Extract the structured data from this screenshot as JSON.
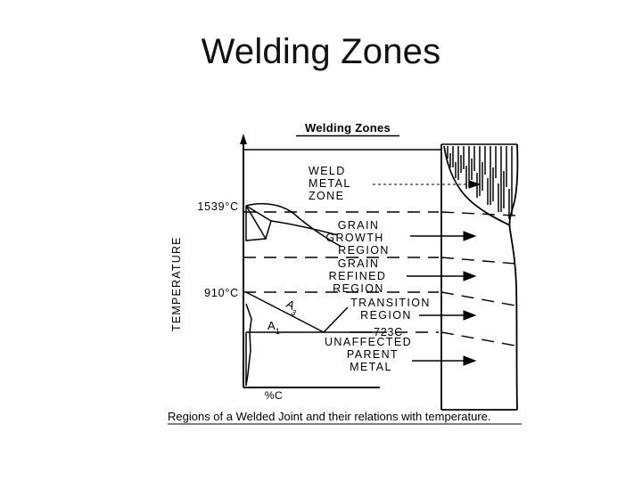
{
  "slide": {
    "title": "Welding Zones"
  },
  "figure": {
    "heading": "Welding Zones",
    "caption": "Regions of a Welded Joint and their relations with temperature.",
    "axes": {
      "y_label": "TEMPERATURE",
      "x_label": "%C"
    },
    "temperature_marks": [
      {
        "id": "liquidus",
        "label": "1539°C"
      },
      {
        "id": "a3-upper",
        "label": "910°C"
      },
      {
        "id": "eutectoid",
        "label": "723C"
      }
    ],
    "phase_lines": [
      {
        "id": "a3",
        "label": "A3",
        "label_main": "A",
        "label_sub": "3"
      },
      {
        "id": "a1",
        "label": "A1",
        "label_main": "A",
        "label_sub": "1"
      }
    ],
    "zones": [
      {
        "id": "weld-metal-zone",
        "lines": [
          "WELD",
          "METAL",
          "ZONE"
        ]
      },
      {
        "id": "grain-growth-region",
        "lines": [
          "GRAIN",
          "GROWTH",
          "REGION"
        ]
      },
      {
        "id": "grain-refined-region",
        "lines": [
          "GRAIN",
          "REFINED",
          "REGION"
        ]
      },
      {
        "id": "transition-region",
        "lines": [
          "TRANSITION",
          "REGION"
        ]
      },
      {
        "id": "unaffected-parent-metal",
        "lines": [
          "UNAFFECTED",
          "PARENT",
          "METAL"
        ]
      }
    ]
  },
  "colors": {
    "ink": "#000000",
    "paper": "#ffffff",
    "title_ink": "#111111"
  },
  "chart_data": {
    "type": "line",
    "title": "Welding Zones",
    "subtitle": "Regions of a Welded Joint and their relations with temperature.",
    "xlabel": "%C",
    "ylabel": "TEMPERATURE",
    "grid": false,
    "legend": "none",
    "annotations": [
      {
        "text": "1539°C",
        "kind": "y-axis-mark",
        "value": 1539,
        "unit": "°C"
      },
      {
        "text": "910°C",
        "kind": "y-axis-mark",
        "value": 910,
        "unit": "°C"
      },
      {
        "text": "723C",
        "kind": "y-axis-mark",
        "value": 723,
        "unit": "°C"
      },
      {
        "text": "A3",
        "kind": "phase-boundary-line"
      },
      {
        "text": "A1",
        "kind": "phase-boundary-line"
      }
    ],
    "zone_bands": [
      {
        "name": "WELD METAL ZONE",
        "upper_c": null,
        "lower_c": 1539
      },
      {
        "name": "GRAIN GROWTH REGION",
        "upper_c": 1539,
        "lower_c": 1100
      },
      {
        "name": "GRAIN REFINED REGION",
        "upper_c": 1100,
        "lower_c": 910
      },
      {
        "name": "TRANSITION REGION",
        "upper_c": 910,
        "lower_c": 723
      },
      {
        "name": "UNAFFECTED PARENT METAL",
        "upper_c": 723,
        "lower_c": null
      }
    ],
    "series": [
      {
        "name": "A3 line",
        "x": [
          0.0,
          0.8
        ],
        "y": [
          910,
          723
        ]
      },
      {
        "name": "A1 line",
        "x": [
          0.0,
          1.6
        ],
        "y": [
          723,
          723
        ]
      }
    ]
  }
}
